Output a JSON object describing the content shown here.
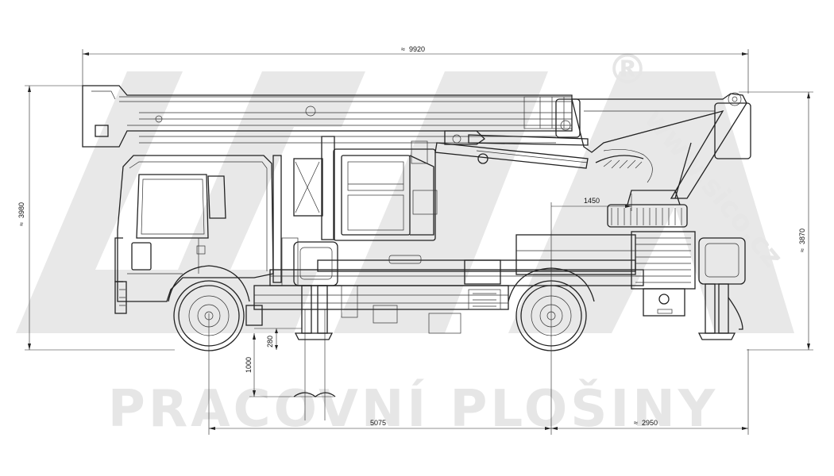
{
  "watermark": {
    "slogan": "PRACOVNÍ PLOŠINY",
    "website": "www.sico.cz",
    "registered_mark": "®",
    "color": "#e6e6e6"
  },
  "dimensions": {
    "overall_length": "9920",
    "overall_height": "3980",
    "boom_height": "3870",
    "turret_offset": "1450",
    "wheelbase": "5075",
    "rear_overhang": "2950",
    "outrigger_step": "280",
    "support_height": "1000",
    "approx_symbol": "≈"
  },
  "colors": {
    "line": "#222222",
    "background": "#ffffff"
  }
}
